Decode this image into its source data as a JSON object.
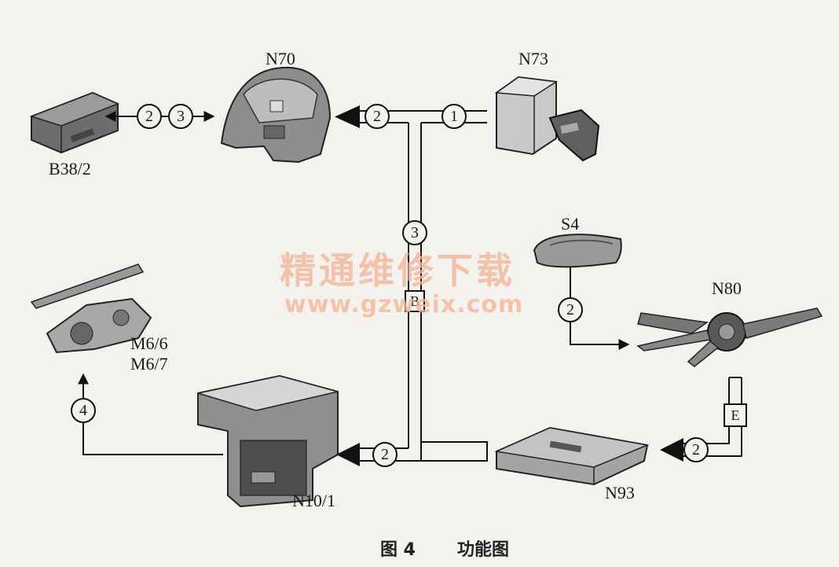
{
  "components": {
    "n70": "N70",
    "n73": "N73",
    "b38_2": "B38/2",
    "s4": "S4",
    "n80": "N80",
    "m6_6": "M6/6",
    "m6_7": "M6/7",
    "n10_1": "N10/1",
    "n93": "N93"
  },
  "signals": {
    "b38_n70_a": "2",
    "b38_n70_b": "3",
    "to_n70": "2",
    "from_n73": "1",
    "bus_vertical": "3",
    "s4_to_n80": "2",
    "n10_to_m6": "4",
    "to_n10": "2",
    "to_n93": "2"
  },
  "buses": {
    "b": "B",
    "e": "E"
  },
  "watermark": {
    "text": "精通维修下载",
    "url": "www.gzweix.com"
  },
  "caption": {
    "figure": "图 4",
    "title": "功能图"
  }
}
